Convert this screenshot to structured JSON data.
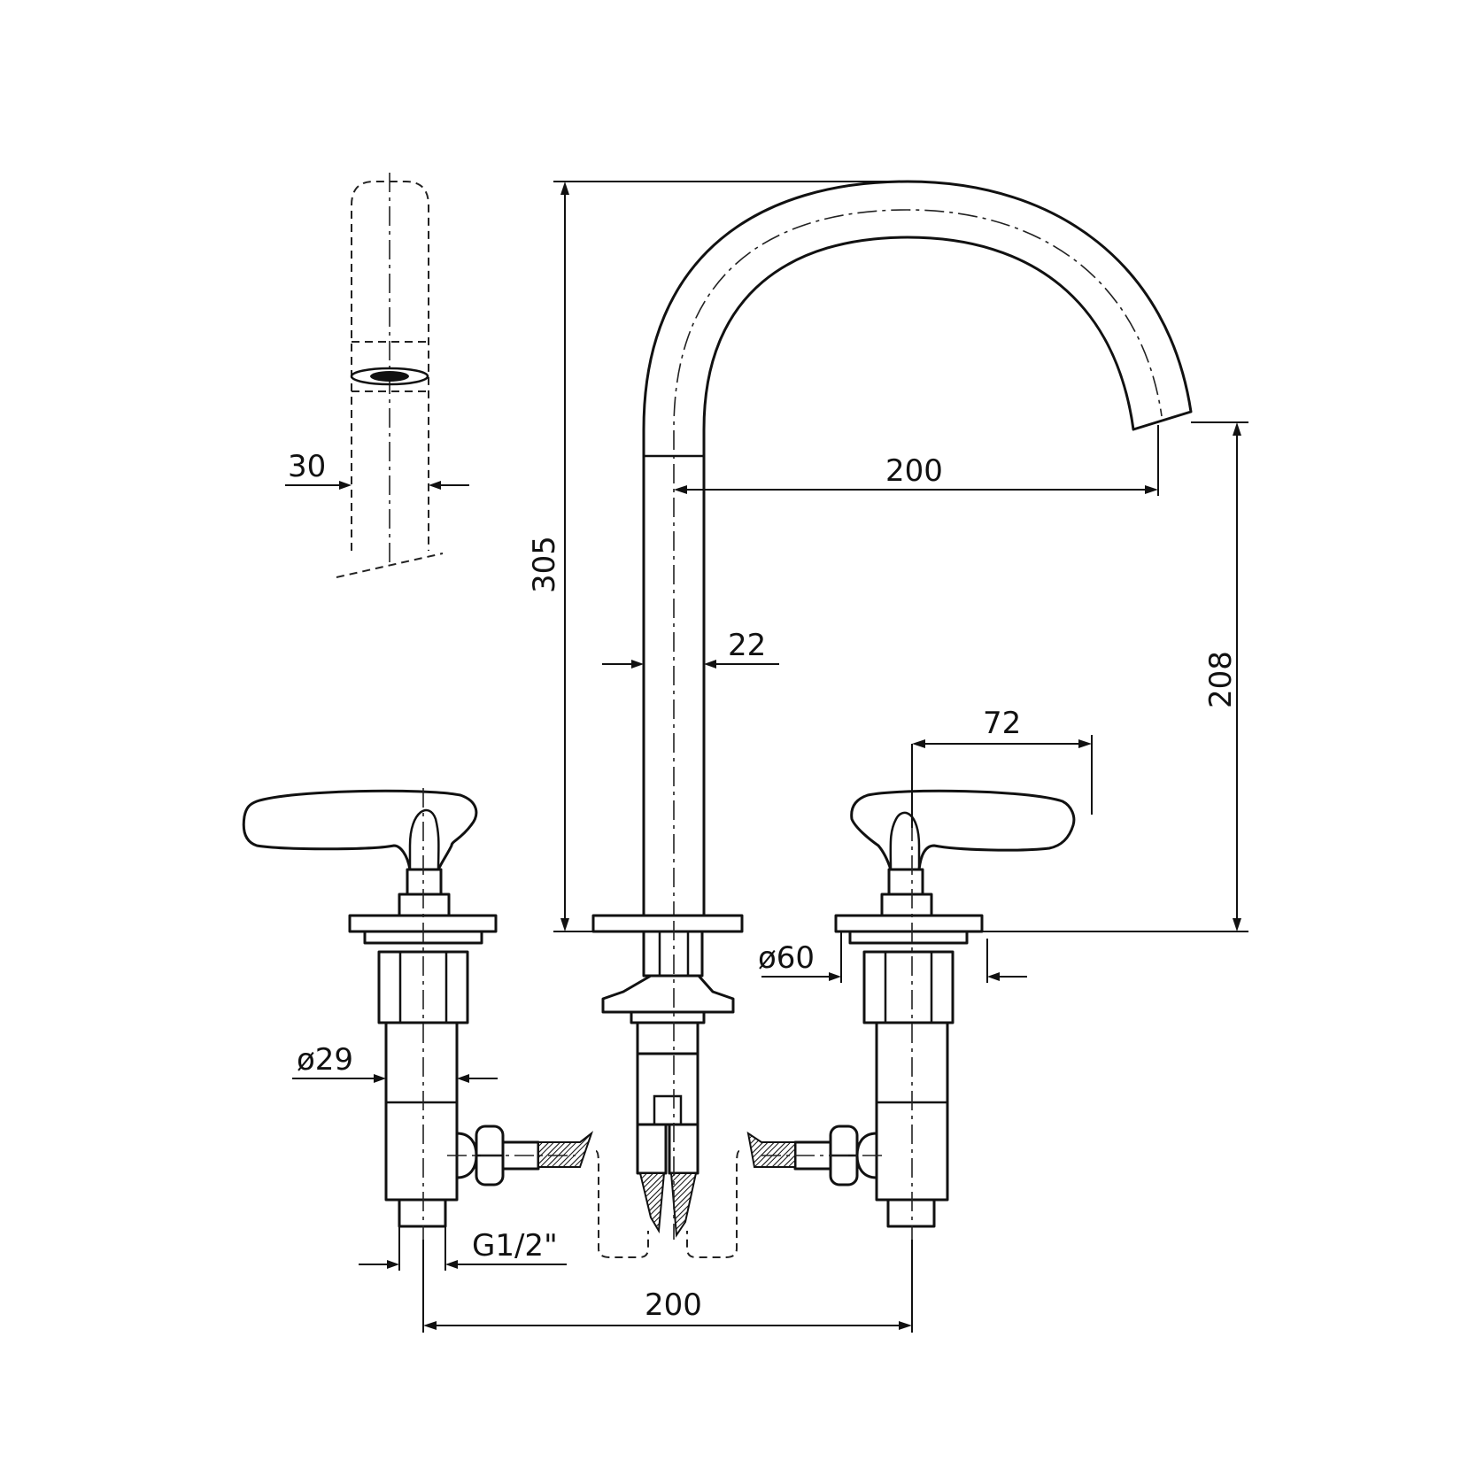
{
  "drawing": {
    "subject": "three-hole basin faucet",
    "colors": {
      "line": "#111111",
      "background": "#ffffff"
    }
  },
  "dimensions": {
    "aerator_width": "30",
    "spout_height": "305",
    "spout_reach": "200",
    "outlet_height": "208",
    "spout_tube_diameter": "22",
    "handle_length": "72",
    "flange_diameter": "ø60",
    "body_diameter": "ø29",
    "connection_thread": "G1/2\"",
    "center_spacing": "200"
  }
}
